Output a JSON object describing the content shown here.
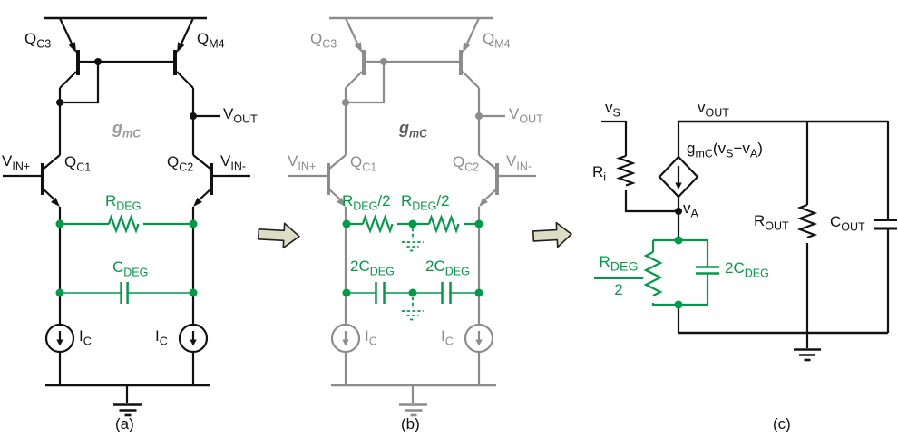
{
  "colors": {
    "ink": "#111111",
    "gray": "#8c8c8c",
    "green": "#009b48",
    "gmc_a": "#9c9c9c",
    "gmc_b": "#5f5f5f",
    "arrow_fill": "#dddcc5",
    "arrow_edge": "#222222"
  },
  "labels": {
    "a": {
      "q_c3": {
        "m": "Q",
        "s": "C3"
      },
      "q_m4": {
        "m": "Q",
        "s": "M4"
      },
      "v_out": {
        "m": "V",
        "s": "OUT"
      },
      "g_mc": {
        "m": "g",
        "s": "mC"
      },
      "v_in_p": {
        "m": "V",
        "s": "IN+"
      },
      "v_in_n": {
        "m": "V",
        "s": "IN-"
      },
      "q_c1": {
        "m": "Q",
        "s": "C1"
      },
      "q_c2": {
        "m": "Q",
        "s": "C2"
      },
      "r_deg": {
        "m": "R",
        "s": "DEG"
      },
      "c_deg": {
        "m": "C",
        "s": "DEG"
      },
      "i_c_left": {
        "m": "I",
        "s": "C"
      },
      "i_c_right": {
        "m": "I",
        "s": "C"
      },
      "caption": "(a)"
    },
    "b": {
      "q_c3": {
        "m": "Q",
        "s": "C3"
      },
      "q_m4": {
        "m": "Q",
        "s": "M4"
      },
      "v_out": {
        "m": "V",
        "s": "OUT"
      },
      "g_mc": {
        "m": "g",
        "s": "mC"
      },
      "v_in_p": {
        "m": "V",
        "s": "IN+"
      },
      "v_in_n": {
        "m": "V",
        "s": "IN-"
      },
      "q_c1": {
        "m": "Q",
        "s": "C1"
      },
      "q_c2": {
        "m": "Q",
        "s": "C2"
      },
      "r_deg_half_1": {
        "m": "R",
        "s": "DEG",
        "post": "/2"
      },
      "r_deg_half_2": {
        "m": "R",
        "s": "DEG",
        "post": "/2"
      },
      "c_deg_2x_1": {
        "m": "2C",
        "s": "DEG"
      },
      "c_deg_2x_2": {
        "m": "2C",
        "s": "DEG"
      },
      "i_c_left": {
        "m": "I",
        "s": "C"
      },
      "i_c_right": {
        "m": "I",
        "s": "C"
      },
      "caption": "(b)"
    },
    "c": {
      "v_s": {
        "m": "v",
        "s": "S"
      },
      "v_out": {
        "m": "v",
        "s": "OUT"
      },
      "r_i": {
        "m": "R",
        "s": "i"
      },
      "gm_source": {
        "p1": "g",
        "s1": "mC",
        "p2": "(v",
        "s2": "S",
        "p3": "−v",
        "s3": "A",
        "p4": ")"
      },
      "v_a": {
        "m": "v",
        "s": "A"
      },
      "r_out": {
        "m": "R",
        "s": "OUT"
      },
      "c_out": {
        "m": "C",
        "s": "OUT"
      },
      "r_deg_frac": {
        "num_m": "R",
        "num_s": "DEG",
        "den": "2"
      },
      "c_deg_2x": {
        "m": "2C",
        "s": "DEG"
      },
      "caption": "(c)"
    }
  }
}
